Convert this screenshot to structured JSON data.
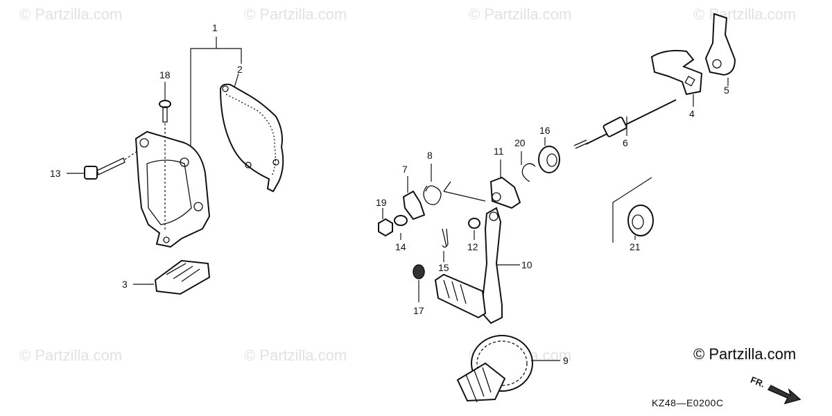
{
  "watermarks": [
    "© Partzilla.com",
    "© Partzilla.com",
    "© Partzilla.com",
    "© Partzilla.com",
    "© Partzilla.com",
    "© Partzilla.com",
    "© Partzilla.com",
    "© Partzilla.com"
  ],
  "brand": "© Partzilla.com",
  "diagram_code": "KZ48—E0200C",
  "front_mark": "FR.",
  "callouts": [
    "1",
    "2",
    "3",
    "4",
    "5",
    "6",
    "7",
    "8",
    "9",
    "10",
    "11",
    "12",
    "13",
    "14",
    "15",
    "16",
    "17",
    "18",
    "19",
    "20",
    "21"
  ],
  "colors": {
    "ink": "#111111",
    "watermark": "#e2e2e2",
    "background": "#ffffff"
  }
}
